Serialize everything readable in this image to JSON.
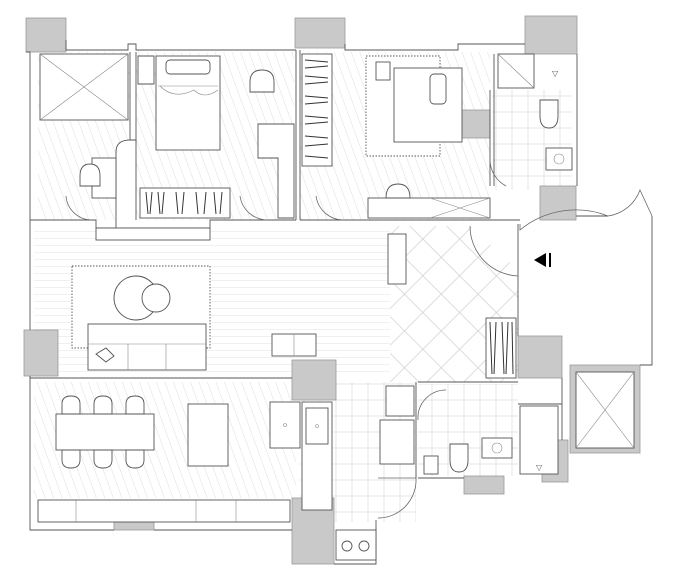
{
  "plan": {
    "type": "architectural-floor-plan",
    "text_labels": [],
    "rooms": [
      {
        "name": "bedroom-1",
        "floor": "wood"
      },
      {
        "name": "bedroom-2",
        "floor": "wood"
      },
      {
        "name": "master-bedroom",
        "floor": "wood"
      },
      {
        "name": "master-bathroom",
        "floor": "tile"
      },
      {
        "name": "living-room",
        "floor": "wood"
      },
      {
        "name": "dining-room",
        "floor": "wood"
      },
      {
        "name": "kitchen",
        "floor": "tile"
      },
      {
        "name": "foyer",
        "floor": "diagonal-tile"
      },
      {
        "name": "entry-corridor",
        "floor": "plain"
      },
      {
        "name": "guest-bathroom",
        "floor": "tile"
      }
    ],
    "furniture": {
      "beds": 2,
      "sofas": 1,
      "dining_chairs": 6,
      "stove_burners": 2,
      "toilets": 2
    },
    "colors": {
      "wall_fill": "#c9c9c9",
      "line": "#555555",
      "wood_hatch": "#cfcfcf"
    },
    "icons": [
      "entry-arrow-icon",
      "gear-icon"
    ]
  }
}
